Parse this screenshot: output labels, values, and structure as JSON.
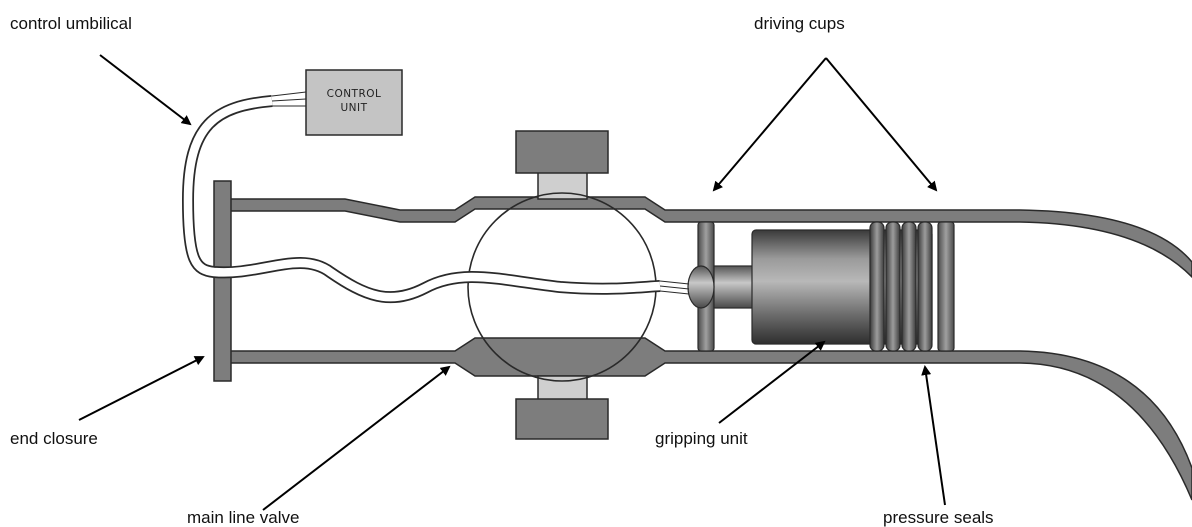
{
  "labels": {
    "control_umbilical": "control umbilical",
    "driving_cups": "driving cups",
    "end_closure": "end closure",
    "main_line_valve": "main line valve",
    "gripping_unit": "gripping unit",
    "pressure_seals": "pressure seals"
  },
  "control_unit": {
    "line1": "CONTROL",
    "line2": "UNIT"
  },
  "colors": {
    "pipe": "#7d7d7d",
    "outline": "#2a2a2a",
    "control_box": "#c4c4c4",
    "valve_stem": "#cfcfcf",
    "arrow": "#000000"
  }
}
